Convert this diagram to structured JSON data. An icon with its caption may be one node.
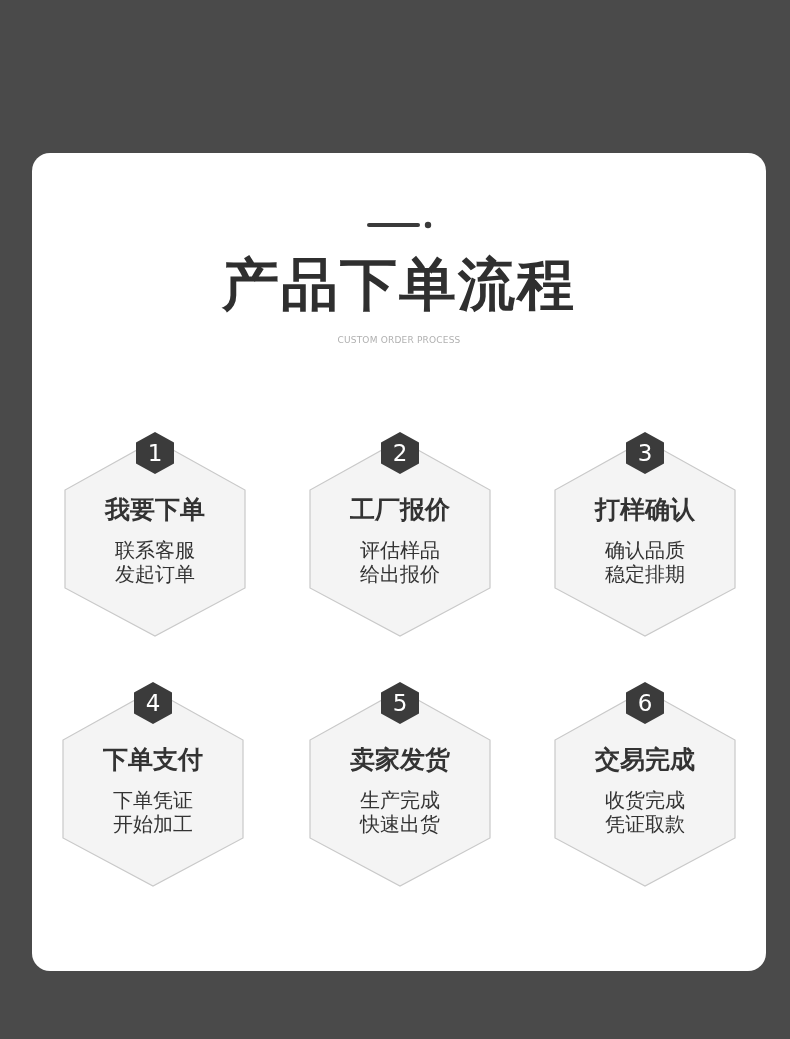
{
  "diagram": {
    "title": "产品下单流程",
    "nodes": [
      {
        "text": [
          "1",
          "我要下单",
          "联系客服发起订单"
        ]
      },
      {
        "text": [
          "2",
          "工厂报价",
          "评估样品给出报价"
        ]
      },
      {
        "text": [
          "3",
          "打样确认",
          "确认品质稳定排期"
        ]
      },
      {
        "text": [
          "4",
          "下单支付",
          "下单凭证开始加工"
        ]
      },
      {
        "text": [
          "5",
          "卖家发货",
          "生产完成快速出货"
        ]
      },
      {
        "text": [
          "6",
          "交易完成",
          "收货完成凭证取款"
        ]
      }
    ],
    "labels": [
      "CUSTOM ORDER PROCESS"
    ]
  }
}
